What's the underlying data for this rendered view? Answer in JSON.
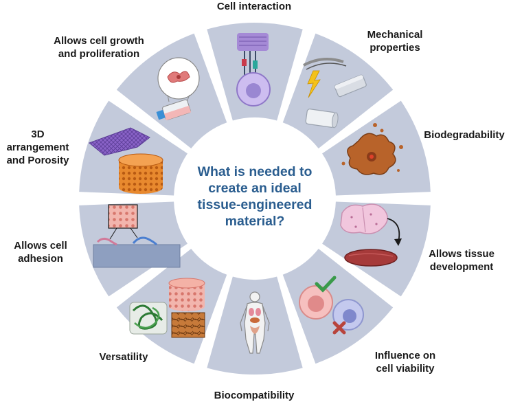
{
  "center": {
    "question": "What is needed to\ncreate an ideal\ntissue-engineered\nmaterial?"
  },
  "segments": [
    {
      "label": "Cell interaction",
      "icon": "cell-receptor-icon"
    },
    {
      "label": "Mechanical\nproperties",
      "icon": "material-blocks-icon"
    },
    {
      "label": "Biodegradability",
      "icon": "degrading-material-icon"
    },
    {
      "label": "Allows tissue\ndevelopment",
      "icon": "tissue-icon"
    },
    {
      "label": "Influence on\ncell viability",
      "icon": "viable-cell-icon"
    },
    {
      "label": "Biocompatibility",
      "icon": "human-body-icon"
    },
    {
      "label": "Versatility",
      "icon": "scaffold-types-icon"
    },
    {
      "label": "Allows cell\nadhesion",
      "icon": "cell-adhesion-icon"
    },
    {
      "label": "3D\narrangement\nand Porosity",
      "icon": "porous-scaffold-icon"
    },
    {
      "label": "Allows cell growth\nand proliferation",
      "icon": "culture-flask-icon"
    }
  ],
  "colors": {
    "segment_fill": "#c3cadb",
    "center_fill": "#ffffff",
    "question_text": "#2a5d8f",
    "check": "#3a9a4a",
    "cross": "#b8443c"
  }
}
